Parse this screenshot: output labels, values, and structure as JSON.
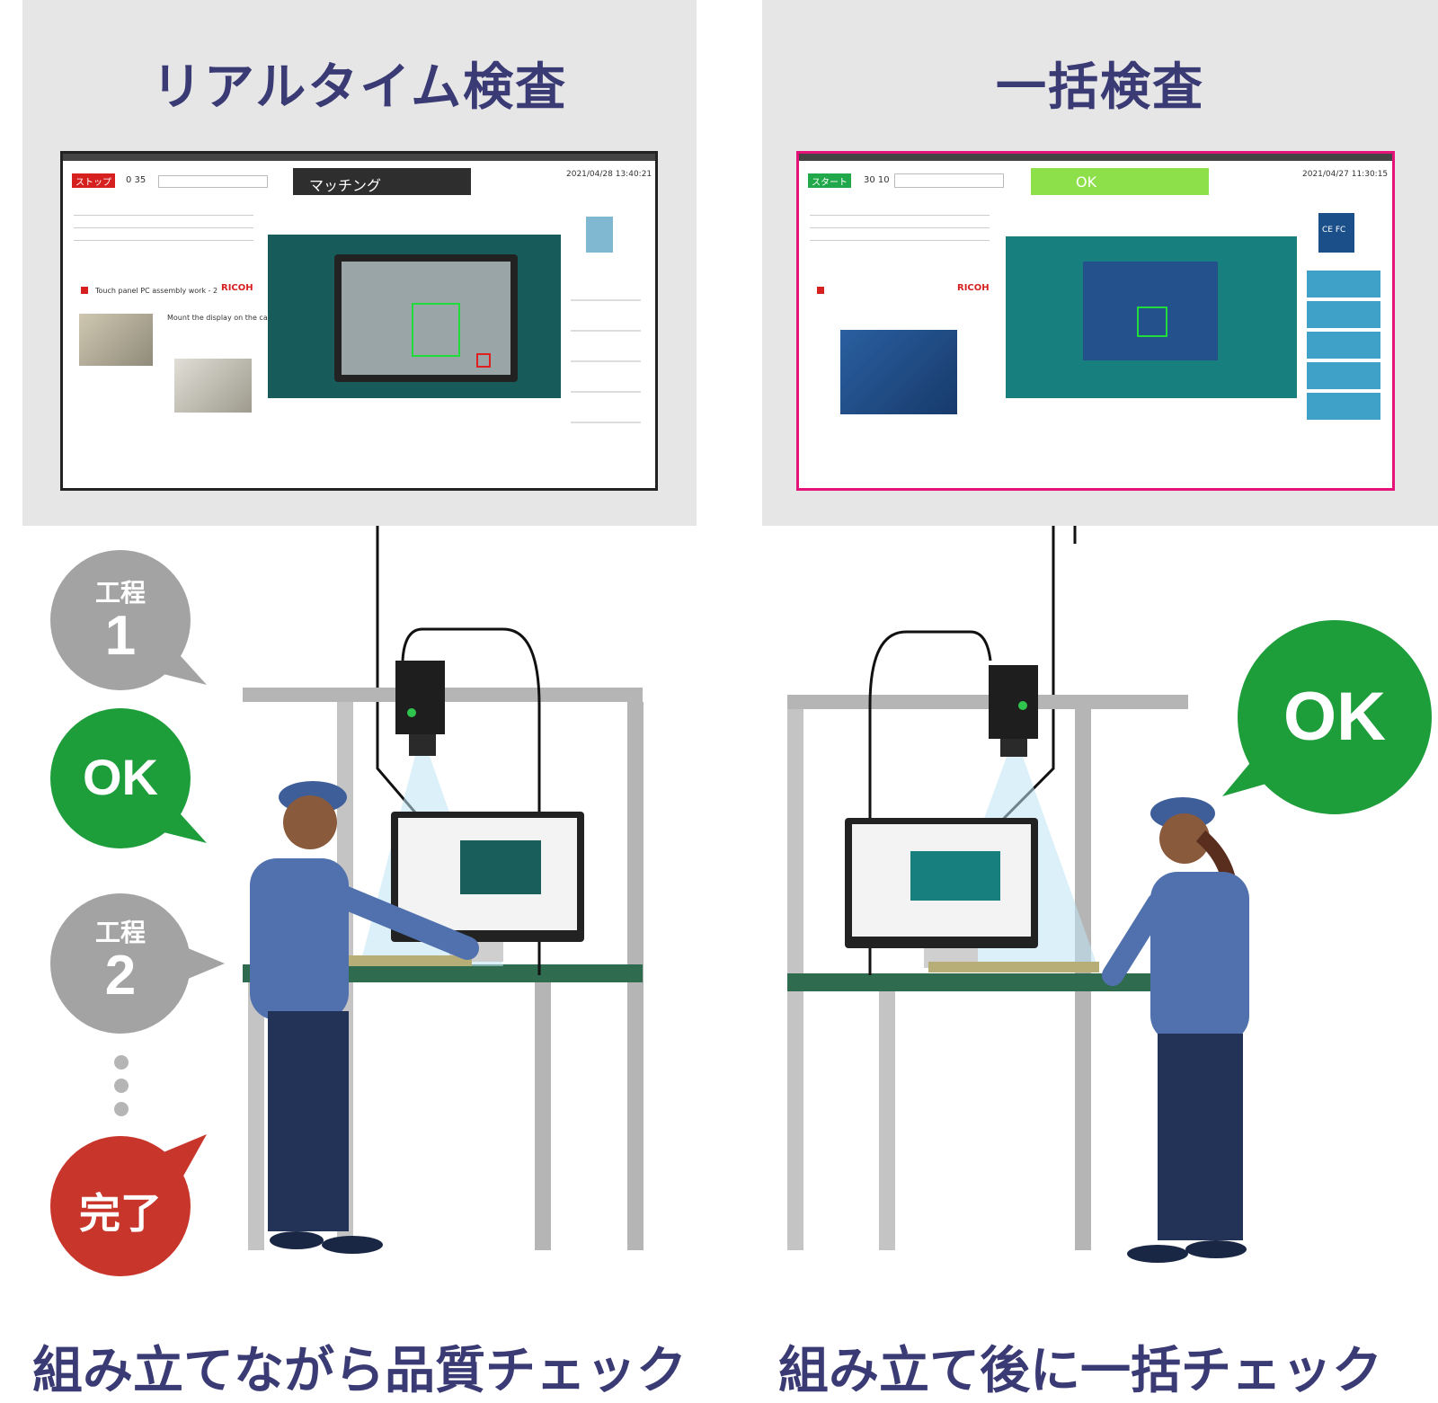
{
  "left": {
    "title": "リアルタイム検査",
    "caption": "組み立てながら品質チェック",
    "screen": {
      "stop_button": "ストップ",
      "count": "0 35",
      "status_label": "マッチング",
      "timestamp": "2021/04/28 13:40:21",
      "product_title": "Touch panel PC assembly work - 2",
      "instruction": "Mount the display on the case",
      "brand": "RICOH"
    },
    "steps": [
      {
        "line1": "工程",
        "line2": "1",
        "color": "#a3a3a3"
      },
      {
        "line1": "",
        "line2": "OK",
        "color": "#1e9d3b"
      },
      {
        "line1": "工程",
        "line2": "2",
        "color": "#a3a3a3"
      },
      {
        "line1": "",
        "line2": "完了",
        "color": "#c8352b"
      }
    ]
  },
  "right": {
    "title": "一括検査",
    "caption": "組み立て後に一括チェック",
    "screen": {
      "start_button": "スタート",
      "count": "30 10",
      "status_label": "OK",
      "timestamp": "2021/04/27 11:30:15",
      "brand": "RICOH",
      "cert_mark": "CE FC"
    },
    "result_bubble": "OK"
  },
  "colors": {
    "title": "#3a3a74",
    "panel_bg": "#e6e6e6",
    "ok_green": "#1e9d3b",
    "step_gray": "#a3a3a3",
    "done_red": "#c8352b",
    "batch_border": "#e6127a",
    "screen_ok_green": "#8ee04a"
  }
}
